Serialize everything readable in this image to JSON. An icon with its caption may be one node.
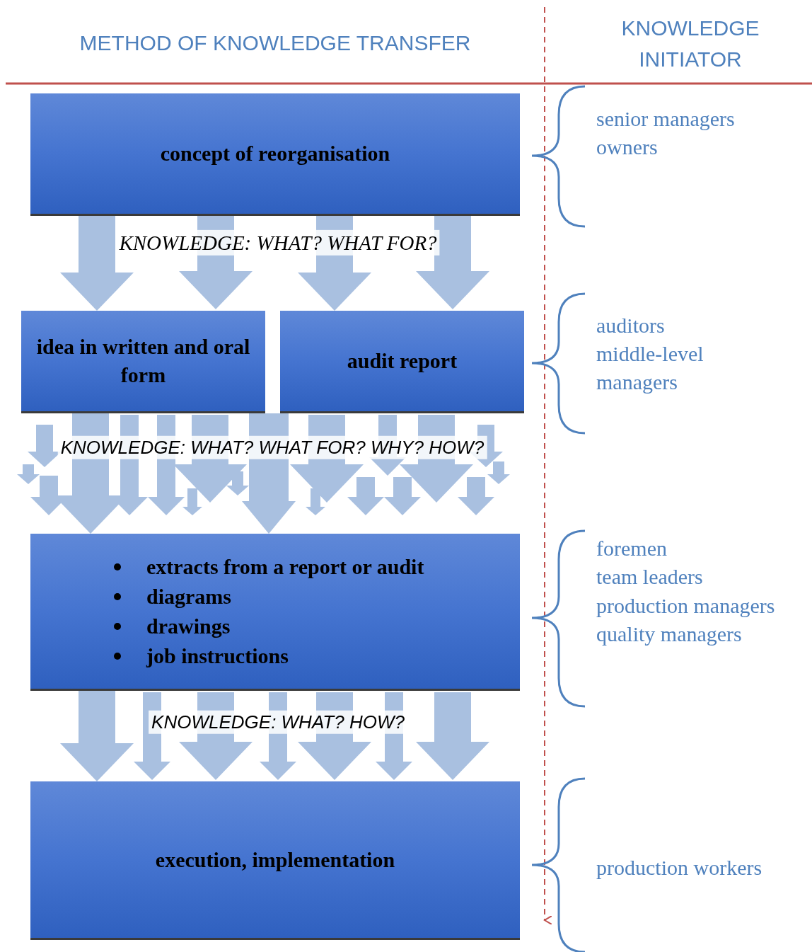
{
  "diagram": {
    "nodes": [
      {
        "text": [
          "concept of reorganisation"
        ]
      },
      {
        "text": [
          "idea in written and oral form"
        ]
      },
      {
        "text": [
          "audit report"
        ]
      },
      {
        "text": [
          "extracts from a report or audit",
          "diagrams",
          "drawings",
          "job instructions"
        ]
      },
      {
        "text": [
          "execution, implementation"
        ]
      }
    ],
    "edges": [
      {
        "from": 0,
        "to": 1,
        "arrow": "to",
        "label": "KNOWLEDGE: WHAT? WHAT FOR?"
      },
      {
        "from": 0,
        "to": 2,
        "arrow": "to"
      },
      {
        "from": 1,
        "to": 3,
        "arrow": "to",
        "label": "KNOWLEDGE: WHAT? WHAT FOR? WHY? HOW?"
      },
      {
        "from": 2,
        "to": 3,
        "arrow": "to"
      },
      {
        "from": 3,
        "to": 4,
        "arrow": "to",
        "label": "KNOWLEDGE: WHAT? HOW?"
      }
    ],
    "labels": [
      "METHOD OF KNOWLEDGE TRANSFER",
      "KNOWLEDGE INITIATOR",
      "senior managers",
      "owners",
      "auditors",
      "middle-level managers",
      "foremen",
      "team leaders",
      "production managers",
      "quality managers",
      "production workers"
    ]
  }
}
